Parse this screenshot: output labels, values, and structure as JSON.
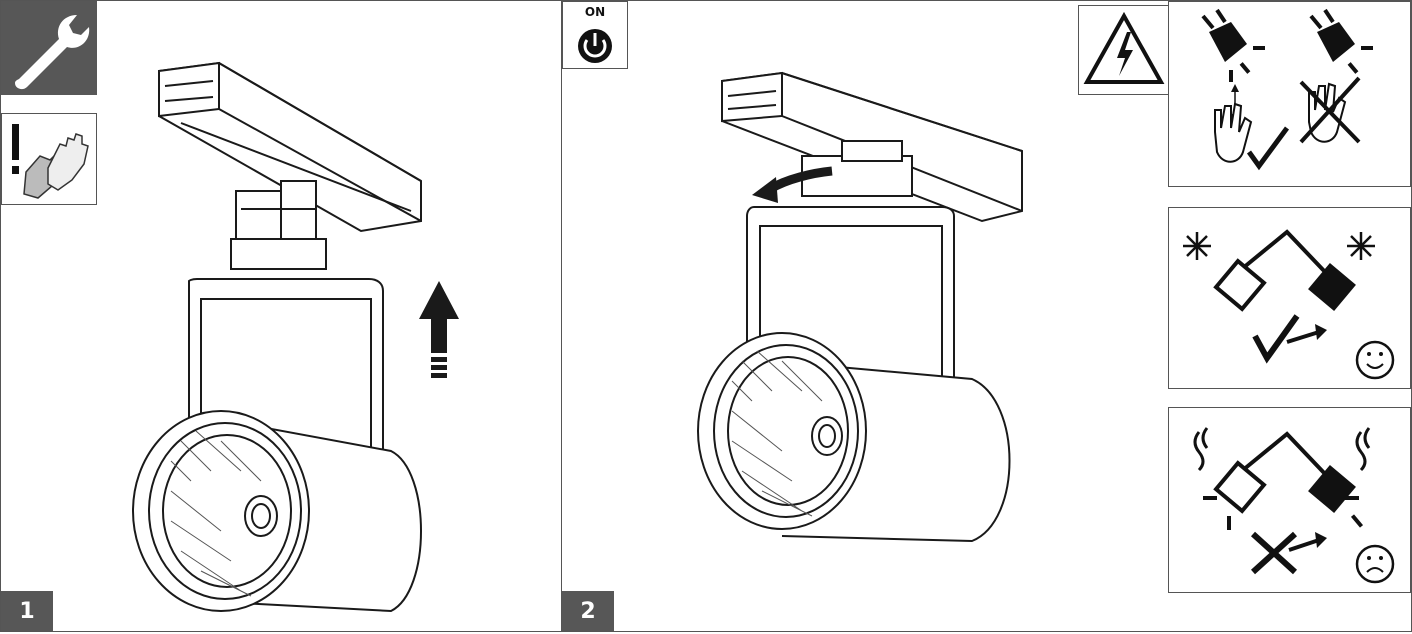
{
  "steps": [
    {
      "number": "1"
    },
    {
      "number": "2"
    }
  ],
  "power_icon": {
    "label": "ON"
  },
  "icons": {
    "wrench": "wrench-icon",
    "gloves": "gloves-warning-icon",
    "power": "power-on-icon",
    "electric_warning": "electric-warning-icon",
    "plug_hand_ok": "plug-hand-ok-icon",
    "plug_hand_forbidden": "plug-hand-forbidden-icon",
    "cold_ok": "cold-swap-ok-icon",
    "hot_forbidden": "hot-swap-forbidden-icon"
  },
  "colors": {
    "dark_badge": "#575757",
    "line": "#1a1a1a"
  }
}
